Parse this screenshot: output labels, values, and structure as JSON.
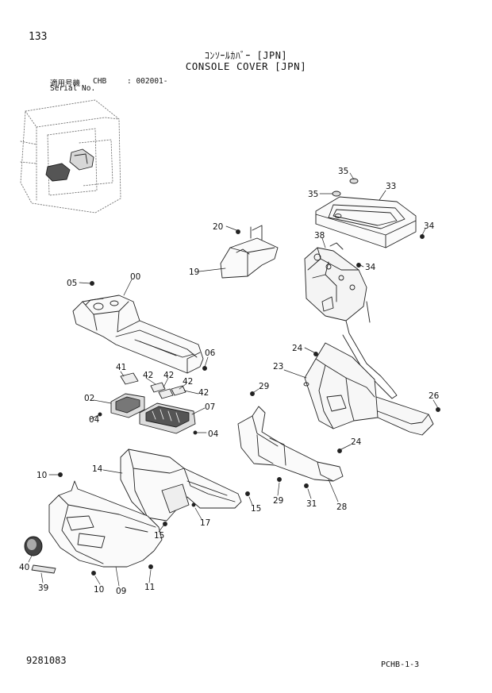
{
  "header": {
    "page_number": "133",
    "title_jp": "ｺﾝｿｰﾙｶﾊﾞｰ [JPN]",
    "title_en": "CONSOLE COVER [JPN]",
    "serial_label_jp": "適用号機",
    "serial_label_en": "Serial No.",
    "serial_model": "CHB",
    "serial_range": ": 002001-"
  },
  "footer": {
    "document_number": "9281083",
    "page_code": "PCHB-1-3"
  },
  "callouts": {
    "c35a": "35",
    "c33": "33",
    "c35b": "35",
    "c34a": "34",
    "c20": "20",
    "c38": "38",
    "c34b": "34",
    "c19": "19",
    "c05": "05",
    "c00": "00",
    "c06": "06",
    "c24a": "24",
    "c23": "23",
    "c41": "41",
    "c42a": "42",
    "c42b": "42",
    "c42c": "42",
    "c42d": "42",
    "c02": "02",
    "c07": "07",
    "c04a": "04",
    "c04b": "04",
    "c29a": "29",
    "c26": "26",
    "c24b": "24",
    "c10a": "10",
    "c14": "14",
    "c15a": "15",
    "c17": "17",
    "c15b": "15",
    "c29b": "29",
    "c31": "31",
    "c28": "28",
    "c40": "40",
    "c39": "39",
    "c11": "11",
    "c10b": "10",
    "c09": "09"
  }
}
